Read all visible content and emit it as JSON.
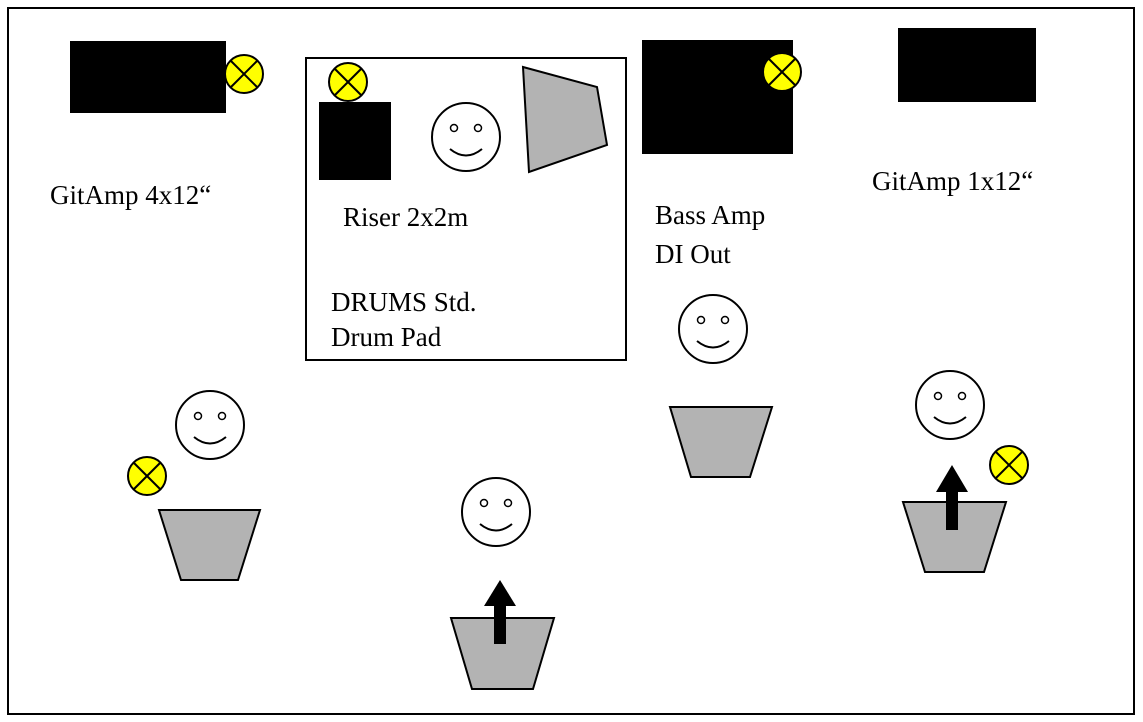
{
  "labels": {
    "gitamp_4x12": "GitAmp 4x12“",
    "riser": "Riser 2x2m",
    "drums_line1": "DRUMS Std.",
    "drums_line2": "Drum Pad",
    "bass_line1": "Bass Amp",
    "bass_line2": "DI Out",
    "gitamp_1x12": "GitAmp 1x12“"
  },
  "colors": {
    "amp": "#000000",
    "monitor": "#b3b3b3",
    "power_outlet": "#ffff00",
    "outline": "#000000"
  },
  "icons": {
    "performer": "smiley-face-icon",
    "monitor": "monitor-wedge-icon",
    "power": "power-outlet-icon",
    "mic": "vocal-mic-arrow-icon"
  }
}
